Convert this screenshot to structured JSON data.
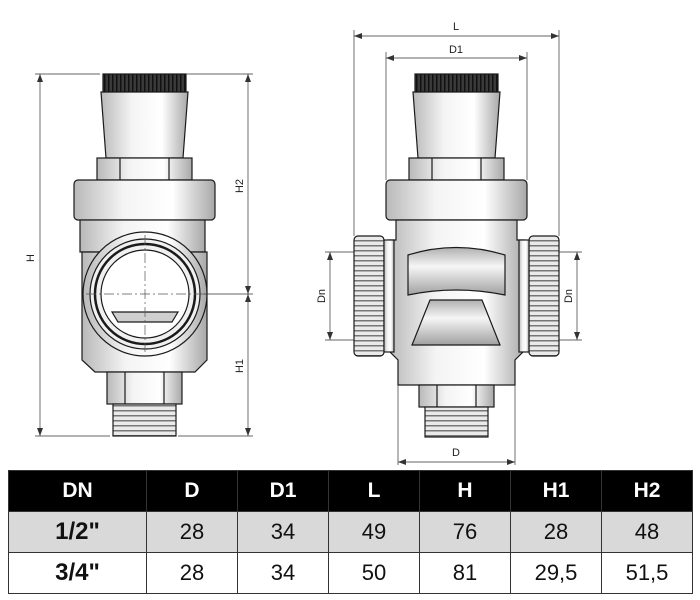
{
  "dimension_labels": {
    "left_view": {
      "height": "H",
      "upper_height": "H2",
      "lower_height": "H1"
    },
    "right_view": {
      "length": "L",
      "top_width": "D1",
      "left_port": "Dn",
      "right_port": "Dn",
      "bottom_width": "D"
    }
  },
  "table": {
    "headers": [
      "DN",
      "D",
      "D1",
      "L",
      "H",
      "H1",
      "H2"
    ],
    "rows": [
      [
        "1/2\"",
        "28",
        "34",
        "49",
        "76",
        "28",
        "48"
      ],
      [
        "3/4\"",
        "28",
        "34",
        "50",
        "81",
        "29,5",
        "51,5"
      ]
    ]
  },
  "colors": {
    "header_bg": "#000000",
    "header_text": "#ffffff",
    "shaded_row": "#d9d9d9",
    "line": "#1a1a1a"
  }
}
